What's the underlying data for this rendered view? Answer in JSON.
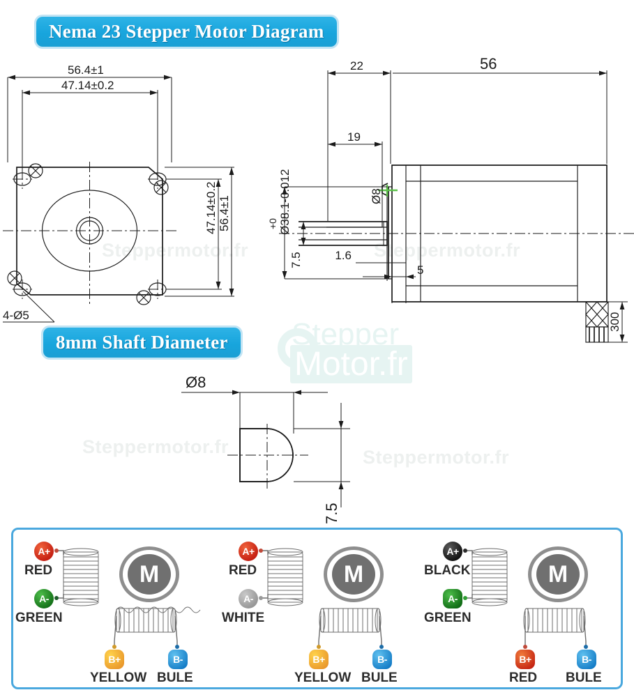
{
  "banners": {
    "title": "Nema 23 Stepper Motor Diagram",
    "shaft": "8mm Shaft Diameter"
  },
  "watermarks": {
    "text": "Steppermotor.fr",
    "logo_top": "Stepper",
    "logo_bottom": "Motor.fr"
  },
  "front_view": {
    "dim_width_outer": "56.4±1",
    "dim_width_bolt": "47.14±0.2",
    "dim_height_bolt": "47.14±0.2",
    "dim_height_outer": "56.4±1",
    "hole_callout": "4-Ø5"
  },
  "side_view": {
    "dim_shaft_len": "22",
    "dim_body_len": "56",
    "dim_key_len": "19",
    "dim_pilot_dia_top": "+0",
    "dim_pilot_dia": "Ø38.1-0.012",
    "dim_flat_depth": "7.5",
    "dim_shaft_dia": "Ø8",
    "dim_flange_thk": "1.6",
    "dim_pilot_len": "5",
    "dim_cable_len": "300"
  },
  "shaft_section": {
    "dim_dia": "Ø8",
    "dim_flat": "7.5"
  },
  "wiring": {
    "motor_label": "M",
    "panels": [
      {
        "a_plus": {
          "badge": "A+",
          "label": "RED",
          "color": "#c21b10",
          "shape": "circle"
        },
        "a_minus": {
          "badge": "A-",
          "label": "GREEN",
          "color": "#0f6a14",
          "shape": "circle"
        },
        "b_plus": {
          "badge": "B+",
          "label": "YELLOW",
          "color": "#e8952a",
          "shape": "square"
        },
        "b_minus": {
          "badge": "B-",
          "label": "BULE",
          "color": "#1179c4",
          "shape": "square"
        }
      },
      {
        "a_plus": {
          "badge": "A+",
          "label": "RED",
          "color": "#c21b10",
          "shape": "circle"
        },
        "a_minus": {
          "badge": "A-",
          "label": "WHITE",
          "color": "#8e8e8e",
          "shape": "circle"
        },
        "b_plus": {
          "badge": "B+",
          "label": "YELLOW",
          "color": "#e8952a",
          "shape": "square"
        },
        "b_minus": {
          "badge": "B-",
          "label": "BULE",
          "color": "#1179c4",
          "shape": "square"
        }
      },
      {
        "a_plus": {
          "badge": "A+",
          "label": "BLACK",
          "color": "#0a0a0a",
          "shape": "circle"
        },
        "a_minus": {
          "badge": "A-",
          "label": "GREEN",
          "color": "#2f9e33",
          "shape": "square"
        },
        "b_plus": {
          "badge": "B+",
          "label": "RED",
          "color": "#c32010",
          "shape": "square"
        },
        "b_minus": {
          "badge": "B-",
          "label": "BULE",
          "color": "#1179c4",
          "shape": "square"
        }
      }
    ]
  },
  "colors": {
    "banner": "#18a5dd",
    "panel_border": "#4aa8de",
    "line": "#1a1a1a",
    "watermark": "#e6f4f2"
  }
}
